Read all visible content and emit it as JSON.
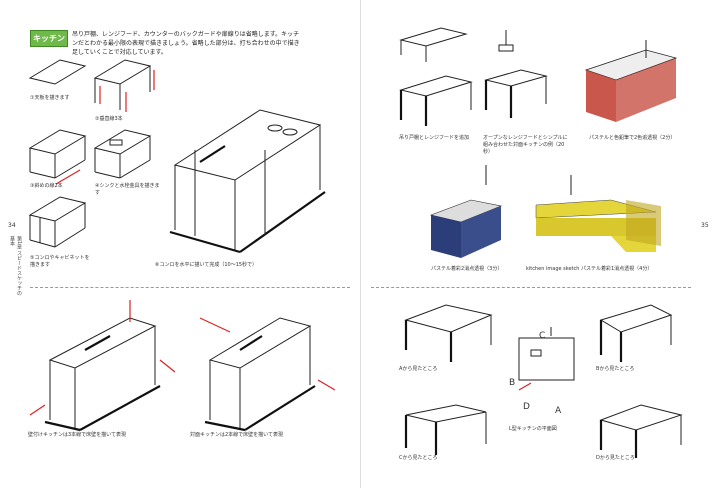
{
  "left_page": {
    "category_tag": "キッチン",
    "intro_text": "吊り戸棚、レンジフード、カウンターのバックガードや扉線りは省略します。キッチンだとわかる最小限の表現で描きましょう。省略した部分は、打ち合わせの中で描き足していくことで対応しています。",
    "steps": [
      "①天板を描きます",
      "②垂直線3本",
      "③斜めの線2本",
      "④シンクと水栓金具を描きます",
      "⑤コンロやキャビネットを描きます",
      "⑥コンロを水平に描いて完成（10～15秒で）"
    ],
    "bottom_captions": [
      "壁付けキッチンは3本線で床壁を描いて表現",
      "対面キッチンは2本線で床壁を描いて表現"
    ],
    "page_number": "34",
    "side_text": "第1章 スピードスケッチの基本"
  },
  "right_page": {
    "top_captions": [
      "吊り戸棚とレンジフードを追加",
      "オープンなレンジフードとシンプルに組み合わせた対面キッチンの例（20秒）",
      "パステルと色鉛筆で2色追透視（2分）"
    ],
    "middle_captions": [
      "パステル着彩2消点透視（3分）",
      "パステル着彩1消点透視（4分）"
    ],
    "sketch_note": "kitchen image sketch",
    "bottom_captions": [
      "Aから見たところ",
      "Bから見たところ",
      "Cから見たところ",
      "Dから見たところ",
      "L型キッチンの平面図"
    ],
    "plan_letters": [
      "A",
      "B",
      "C",
      "D"
    ],
    "page_number": "35"
  },
  "colors": {
    "tag_green": "#6fb84a",
    "arrow_red": "#d22222",
    "red_render": "#c0392b",
    "blue_render": "#2c3e7a",
    "yellow_render": "#e4d53a"
  }
}
